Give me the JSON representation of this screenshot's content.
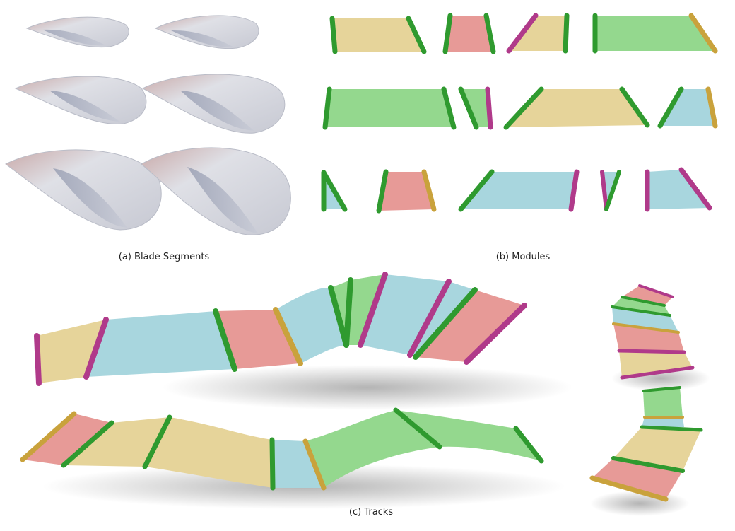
{
  "captions": {
    "blades": "(a) Blade Segments",
    "modules": "(b) Modules",
    "tracks": "(c) Tracks"
  },
  "colors": {
    "yellow_panel": "#e6d49a",
    "red_panel": "#e79a97",
    "green_panel": "#94d88e",
    "blue_panel": "#a8d6de",
    "green_rod": "#2f9a2f",
    "magenta_rod": "#b03a8a",
    "gold_rod": "#c9a23c",
    "blade_fill": "#d9dbe3",
    "blade_shade": "#c9a3a3"
  }
}
